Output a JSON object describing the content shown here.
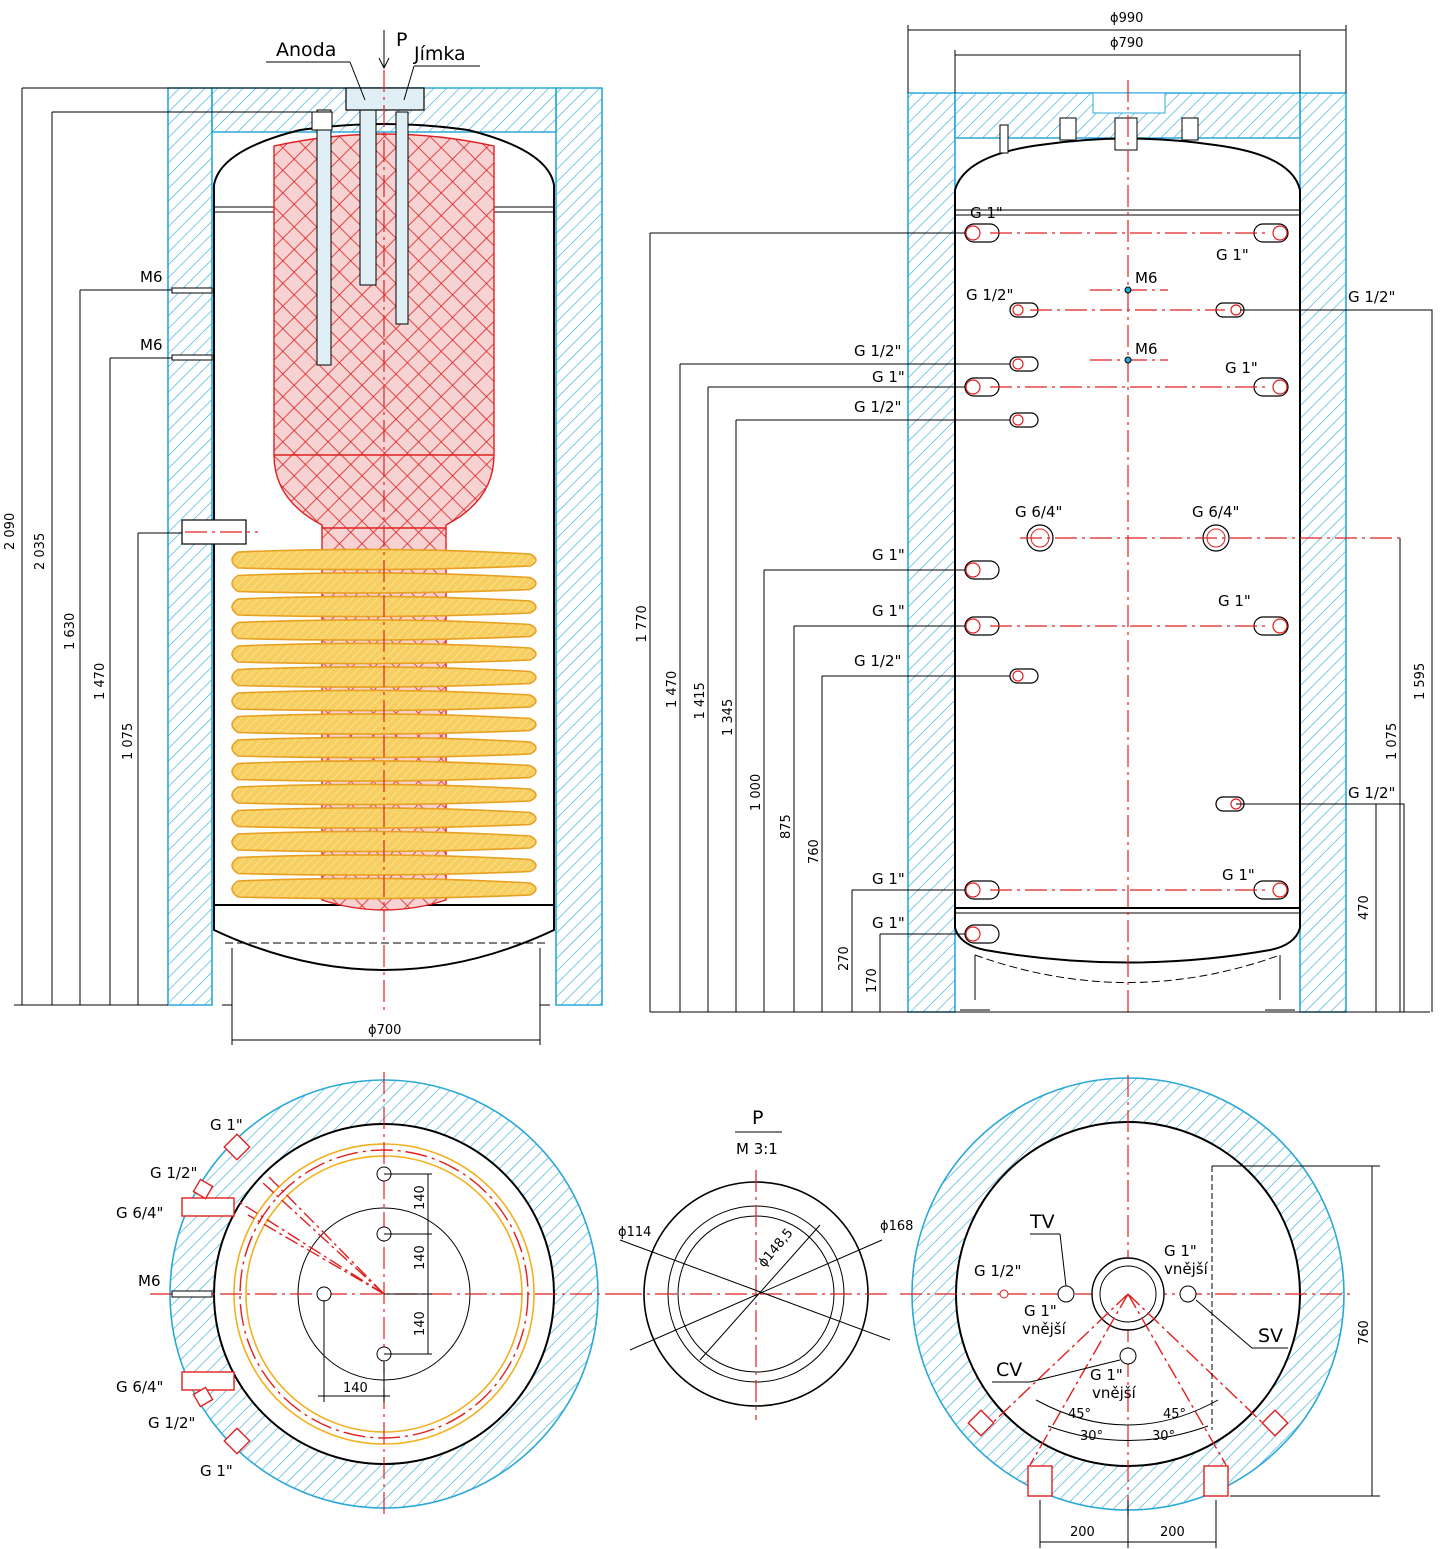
{
  "colors": {
    "insulation": "#2aa8d8",
    "centerline": "#e02020",
    "coil": "#f5c040",
    "cross_hatch": "#e02020",
    "outline": "#000000"
  },
  "left_view": {
    "labels": {
      "anoda": "Anoda",
      "jimka": "Jímka",
      "p": "P",
      "m6_a": "M6",
      "m6_b": "M6"
    },
    "dims": [
      "2 090",
      "2 035",
      "1 630",
      "1 470",
      "1 075"
    ],
    "diameter": "ϕ700"
  },
  "right_view": {
    "top_dims": {
      "outer": "ϕ990",
      "inner": "ϕ790"
    },
    "left_ports": [
      "G 1\"",
      "G 1/2\"",
      "G 1/2\"",
      "G 1\"",
      "G 1/2\"",
      "G 1\"",
      "G 1\"",
      "G 1/2\"",
      "G 1\"",
      "G 1\""
    ],
    "left_dims": [
      "1 770",
      "1 470",
      "1 415",
      "1 345",
      "1 000",
      "875",
      "760",
      "270",
      "170"
    ],
    "right_ports": [
      "G 1\"",
      "G 1/2\"",
      "G 1\"",
      "G 1\"",
      "G 1/2\"",
      "G 1\""
    ],
    "center_labels": {
      "m6_a": "M6",
      "m6_b": "M6",
      "g64_a": "G 6/4\"",
      "g64_b": "G 6/4\""
    },
    "right_dims": [
      "1 595",
      "1 075",
      "470"
    ]
  },
  "bottom_left_view": {
    "ports": [
      "G 1\"",
      "G 1/2\"",
      "G 6/4\"",
      "M6",
      "G 6/4\"",
      "G 1/2\"",
      "G 1\""
    ],
    "dims": [
      "140",
      "140",
      "140",
      "140"
    ]
  },
  "detail_p": {
    "title": "P",
    "scale": "M 3:1",
    "dims": [
      "ϕ114",
      "ϕ148,5",
      "ϕ168"
    ]
  },
  "bottom_right_view": {
    "labels": {
      "tv": "TV",
      "g12": "G 1/2\"",
      "g1_vnejsi_a": "G 1\"",
      "vnejsi_a": "vnější",
      "g1_vnejsi_b": "G 1\"",
      "vnejsi_b": "vnější",
      "g1_vnejsi_c": "G 1\"",
      "vnejsi_c": "vnější",
      "sv": "SV",
      "cv": "CV"
    },
    "angles": [
      "45°",
      "45°",
      "30°",
      "30°"
    ],
    "dims": [
      "200",
      "200",
      "760"
    ]
  }
}
